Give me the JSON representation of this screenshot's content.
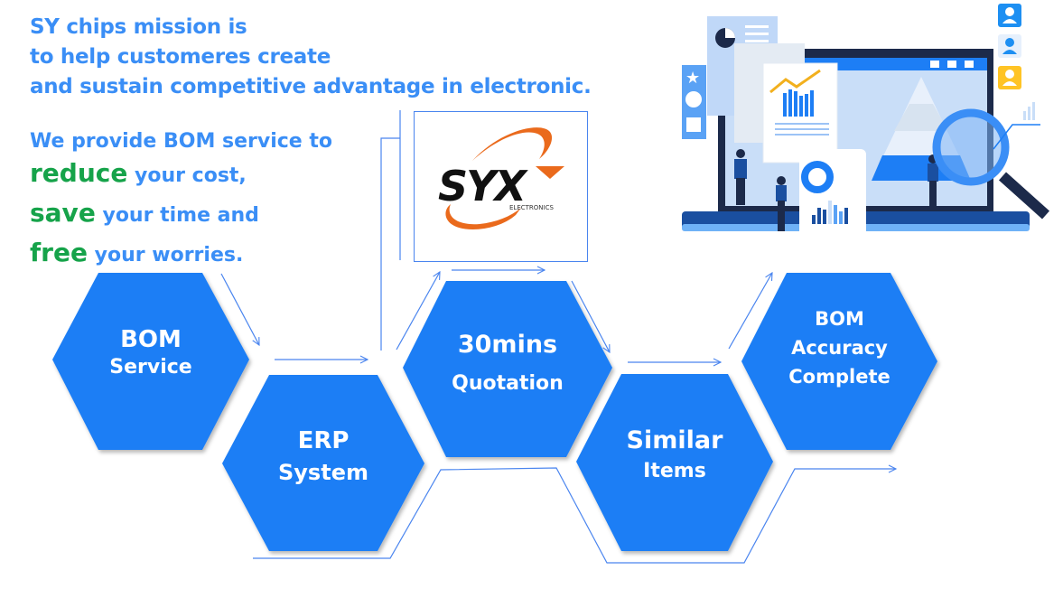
{
  "mission": {
    "lines": [
      "SY chips mission is",
      "to help customeres create",
      "and sustain competitive advantage in electronic."
    ]
  },
  "service": {
    "intro": "We provide BOM service to",
    "benefits": [
      {
        "keyword": "reduce",
        "rest": " your cost,"
      },
      {
        "keyword": "save",
        "rest": " your time and"
      },
      {
        "keyword": "free",
        "rest": " your worries."
      }
    ]
  },
  "logo": {
    "brand": "SYX",
    "tagline": "ELECTRONICS"
  },
  "steps": [
    {
      "line1": "BOM",
      "line2": "Service"
    },
    {
      "line1": "ERP",
      "line2": "System"
    },
    {
      "line1": "30mins",
      "line2": "Quotation"
    },
    {
      "line1": "Similar",
      "line2": "Items"
    },
    {
      "line1": "BOM",
      "line2": "Accuracy",
      "line3": "Complete"
    }
  ],
  "colors": {
    "primary_blue": "#1d7ef5",
    "text_blue": "#3a8ef6",
    "accent_green": "#16a34a",
    "logo_orange": "#ea6a1c",
    "connector_blue": "#4a85ef"
  }
}
